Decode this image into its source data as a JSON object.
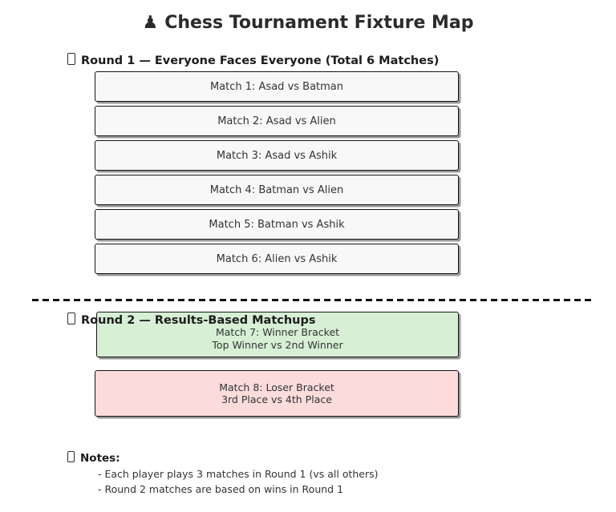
{
  "title": {
    "icon": "♟",
    "text": "Chess Tournament Fixture Map"
  },
  "round1": {
    "header": "Round 1 — Everyone Faces Everyone (Total 6 Matches)",
    "matches": [
      "Match 1: Asad vs Batman",
      "Match 2: Asad vs Alien",
      "Match 3: Asad vs Ashik",
      "Match 4: Batman vs Alien",
      "Match 5: Batman vs Ashik",
      "Match 6: Alien vs Ashik"
    ]
  },
  "round2": {
    "header": "Round 2 — Results-Based Matchups",
    "winner_bracket": {
      "line1": "Match 7: Winner Bracket",
      "line2": "Top Winner vs 2nd Winner"
    },
    "loser_bracket": {
      "line1": "Match 8: Loser Bracket",
      "line2": "3rd Place vs 4th Place"
    }
  },
  "notes": {
    "header": "Notes:",
    "items": [
      "- Each player plays 3 matches in Round 1 (vs all others)",
      "- Round 2 matches are based on wins in Round 1"
    ]
  },
  "colors": {
    "winner_bg": "#d6efd5",
    "loser_bg": "#fcdbdb",
    "match_bg": "#f8f8f8",
    "border": "#151515",
    "text": "#333333"
  }
}
